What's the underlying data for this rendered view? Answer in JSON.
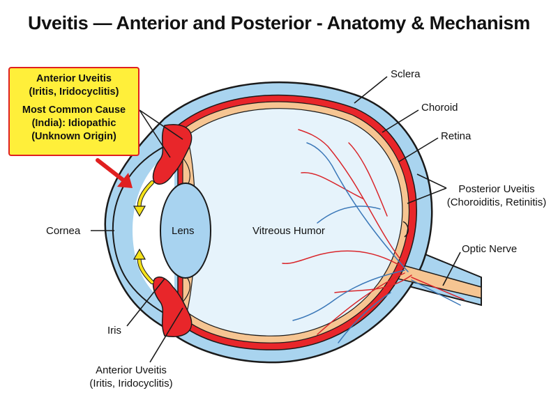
{
  "title": "Uveitis — Anterior and Posterior - Anatomy & Mechanism",
  "callout": {
    "heading_lines": [
      "Anterior Uveitis",
      "(Iritis, Iridocyclitis)"
    ],
    "cause_lines": [
      "Most Common Cause",
      "(India): Idiopathic",
      "(Unknown Origin)"
    ]
  },
  "labels": {
    "sclera": "Sclera",
    "choroid": "Choroid",
    "retina": "Retina",
    "posterior_uveitis_lines": [
      "Posterior Uveitis",
      "(Choroiditis, Retinitis)"
    ],
    "optic_nerve": "Optic Nerve",
    "cornea": "Cornea",
    "lens": "Lens",
    "vitreous_humor": "Vitreous Humor",
    "iris": "Iris",
    "anterior_uveitis_lines": [
      "Anterior Uveitis",
      "(Iritis, Iridocyclitis)"
    ]
  },
  "colors": {
    "sclera": "#a9d4ef",
    "outline": "#1a1a1a",
    "choroid": "#e8262a",
    "retina": "#f6c592",
    "vitreous": "#e6f3fb",
    "lens": "#a8d3f0",
    "callout_fill": "#ffef3a",
    "callout_border": "#e02020",
    "arrow_yellow": "#f5e21a",
    "vessel_red": "#d9262b",
    "vessel_blue": "#3b78b8"
  }
}
